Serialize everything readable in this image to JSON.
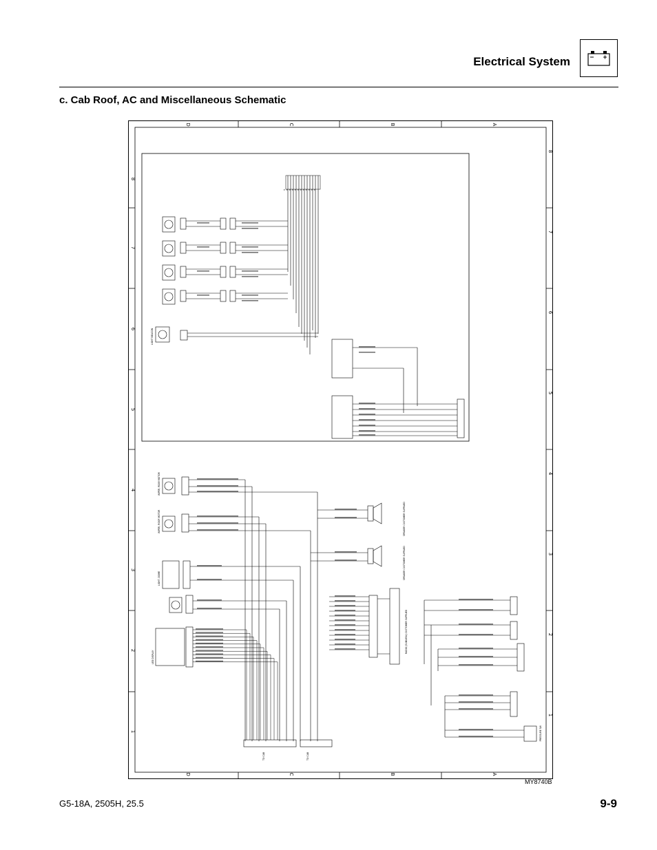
{
  "header": {
    "section_title": "Electrical System",
    "icon": "battery-icon"
  },
  "subsection_title": "c.   Cab Roof, AC and Miscellaneous Schematic",
  "schematic": {
    "figure_id": "MY8740B",
    "zone_letters": [
      "D",
      "C",
      "B",
      "A"
    ],
    "zone_numbers": [
      "8",
      "7",
      "6",
      "5",
      "4",
      "3",
      "2",
      "1"
    ],
    "component_labels": {
      "beacon": "LIGHT BEACON",
      "wiper_rear": "WIPER, REAR MOTOR",
      "wiper_roof": "WIPER, ROOF MOTOR",
      "light_dome": "LIGHT, DOME",
      "led_display": "LED DISPLAY",
      "radio": "RADIO (SUNVIEW) CUSTOMER SUPPLIED",
      "speaker": "SPEAKER CUSTOMER SUPPLIED",
      "to_cab": "TO CAB",
      "pressure_sw": "PRESSURE SW"
    }
  },
  "footer": {
    "model": "G5-18A, 2505H, 25.5",
    "page": "9-9"
  }
}
